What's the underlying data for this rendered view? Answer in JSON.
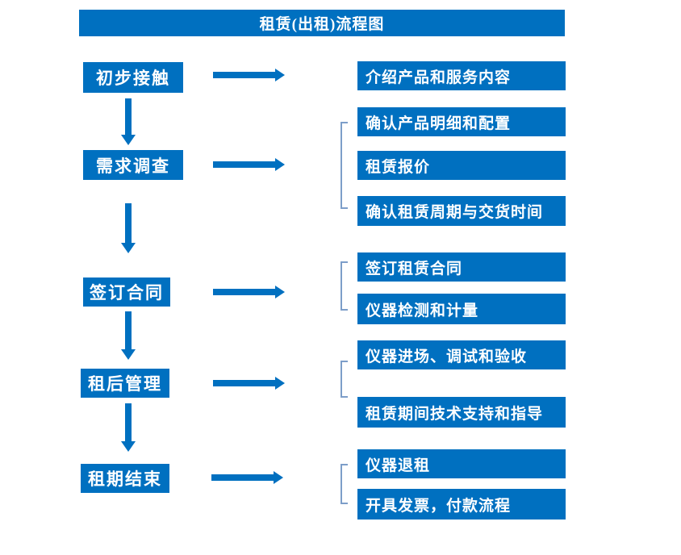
{
  "title": "租赁(出租)流程图",
  "colors": {
    "primary": "#0070C0",
    "bracket": "#7D9EC9",
    "text_on_primary": "#FFFFFF",
    "background": "#FFFFFF"
  },
  "stages": [
    {
      "label": "初步接触",
      "outputs": [
        "介绍产品和服务内容"
      ]
    },
    {
      "label": "需求调查",
      "outputs": [
        "确认产品明细和配置",
        "租赁报价",
        "确认租赁周期与交货时间"
      ]
    },
    {
      "label": "签订合同",
      "outputs": [
        "签订租赁合同",
        "仪器检测和计量"
      ]
    },
    {
      "label": "租后管理",
      "outputs": [
        "仪器进场、调试和验收",
        "租赁期间技术支持和指导"
      ]
    },
    {
      "label": "租期结束",
      "outputs": [
        "仪器退租",
        "开具发票，付款流程"
      ]
    }
  ]
}
